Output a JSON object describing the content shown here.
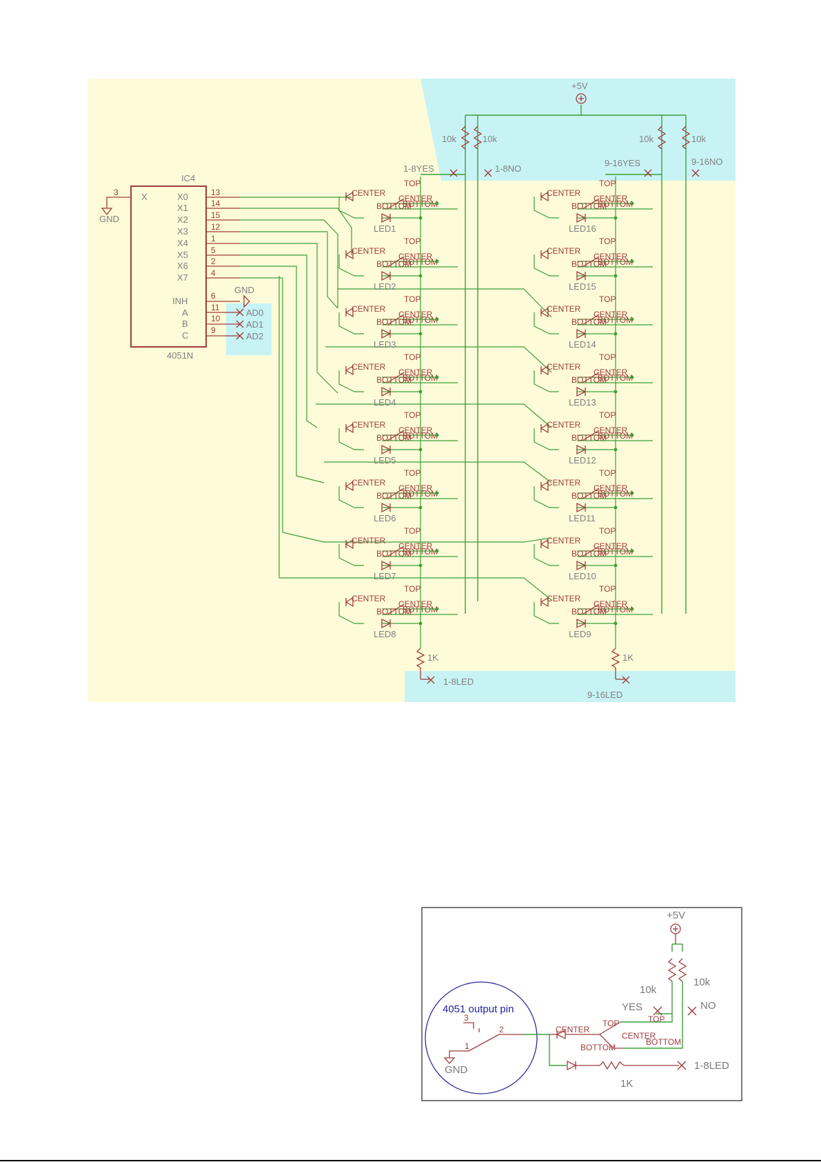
{
  "schematic": {
    "power_label": "+5V",
    "resistor_values": [
      "10k",
      "10k",
      "10k",
      "10k"
    ],
    "switch_labels": {
      "yes_1_8": "1-8YES",
      "no_1_8": "1-8NO",
      "yes_9_16": "9-16YES",
      "no_9_16": "9-16NO"
    },
    "ic": {
      "name": "IC4",
      "part": "4051N",
      "x_pin_label": "X",
      "x_pin_number": "3",
      "gnd_label": "GND",
      "pins": [
        {
          "name": "X0",
          "num": "13"
        },
        {
          "name": "X1",
          "num": "14"
        },
        {
          "name": "X2",
          "num": "15"
        },
        {
          "name": "X3",
          "num": "12"
        },
        {
          "name": "X4",
          "num": "1"
        },
        {
          "name": "X5",
          "num": "5"
        },
        {
          "name": "X6",
          "num": "2"
        },
        {
          "name": "X7",
          "num": "4"
        }
      ],
      "ctrl_pins": [
        {
          "name": "INH",
          "num": "6"
        },
        {
          "name": "A",
          "num": "11"
        },
        {
          "name": "B",
          "num": "10"
        },
        {
          "name": "C",
          "num": "9"
        }
      ],
      "inh_gnd_label": "GND",
      "address_labels": [
        "AD0",
        "AD1",
        "AD2"
      ]
    },
    "switch_text": {
      "center": "CENTER",
      "top": "TOP",
      "bottom": "BOTTOM"
    },
    "led_left": [
      "LED1",
      "LED2",
      "LED3",
      "LED4",
      "LED5",
      "LED6",
      "LED7",
      "LED8"
    ],
    "led_right": [
      "LED16",
      "LED15",
      "LED14",
      "LED13",
      "LED12",
      "LED11",
      "LED10",
      "LED9"
    ],
    "series_resistor": "1K",
    "led_out_left": "1-8LED",
    "led_out_right": "9-16LED"
  },
  "detail": {
    "power_label": "+5V",
    "res_left": "10k",
    "res_right": "10k",
    "yes_label": "YES",
    "no_label": "NO",
    "mux_title": "4051 output pin",
    "pin_3": "3",
    "pin_2": "2",
    "pin_1": "1",
    "gnd_label": "GND",
    "switch_center": "CENTER",
    "switch_top": "TOP",
    "switch_bottom": "BOTTOM",
    "switch_center2": "CENTER",
    "switch_bottom2": "BOTTOM",
    "series_res": "1K",
    "led_out": "1-8LED"
  }
}
